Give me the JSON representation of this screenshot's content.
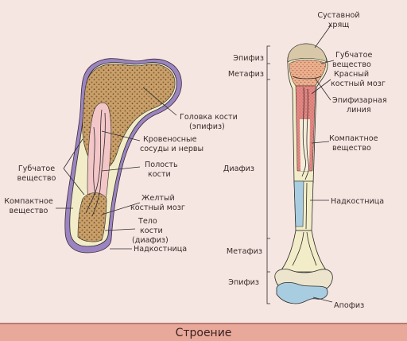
{
  "labels": {
    "left": {
      "head": "Головка кости",
      "head_sub": "(эпифиз)",
      "vessels": "Кровеносные",
      "vessels_sub": "сосуды и нервы",
      "cavity": "Полость",
      "cavity_sub": "кости",
      "spongy": "Губчатое",
      "spongy_sub": "вещество",
      "compact": "Компактное",
      "compact_sub": "вещество",
      "yellow": "Желтый",
      "yellow_sub": "костный мозг",
      "body": "Тело",
      "body_sub": "кости",
      "body_sub2": "(диафиз)",
      "periosteum": "Надкостница"
    },
    "right": {
      "cartilage": "Суставной",
      "cartilage_sub": "хрящ",
      "spongy": "Губчатое",
      "spongy_sub": "вещество",
      "red": "Красный",
      "red_sub": "костный мозг",
      "epiline": "Эпифизарная",
      "epiline_sub": "линия",
      "compact": "Компактное",
      "compact_sub": "вещество",
      "periosteum": "Надкостница",
      "apophysis": "Апофиз",
      "epiphysis_top": "Эпифиз",
      "metaphysis_top": "Метафиз",
      "diaphysis": "Диафиз",
      "metaphysis_bottom": "Метафиз",
      "epiphysis_bottom": "Эпифиз"
    }
  },
  "caption": "Строение",
  "colors": {
    "background": "#f6e6e2",
    "bone_spongy": "#c8a06a",
    "bone_compact": "#f2ecc8",
    "marrow_red": "#e88a86",
    "periosteum": "#9c84c0",
    "cartilage_blue": "#a9cde0",
    "caption_bar": "#e8a89a"
  }
}
